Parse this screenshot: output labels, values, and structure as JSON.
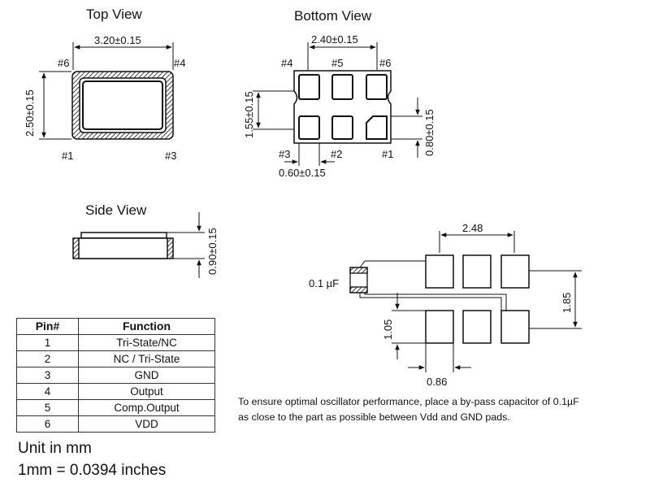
{
  "views": {
    "top": {
      "title": "Top View",
      "width_dim": "3.20±0.15",
      "height_dim": "2.50±0.15",
      "pins": [
        "#6",
        "#4",
        "#1",
        "#3"
      ]
    },
    "bottom": {
      "title": "Bottom View",
      "width_dim": "2.40±0.15",
      "height_dim": "1.55±0.15",
      "pad_height_dim": "0.80±0.15",
      "pad_width_dim": "0.60±0.15",
      "pins_top": [
        "#4",
        "#5",
        "#6"
      ],
      "pins_bottom": [
        "#3",
        "#2",
        "#1"
      ]
    },
    "side": {
      "title": "Side View",
      "height_dim": "0.90±0.15"
    },
    "footprint": {
      "width_dim": "2.48",
      "height_dim": "1.85",
      "pad_height_dim": "1.05",
      "pad_width_dim": "0.86",
      "capacitor_label": "0.1 µF"
    }
  },
  "pin_table": {
    "headers": [
      "Pin#",
      "Function"
    ],
    "rows": [
      {
        "pin": "1",
        "function": "Tri-State/NC"
      },
      {
        "pin": "2",
        "function": "NC / Tri-State"
      },
      {
        "pin": "3",
        "function": "GND"
      },
      {
        "pin": "4",
        "function": "Output"
      },
      {
        "pin": "5",
        "function": "Comp.Output"
      },
      {
        "pin": "6",
        "function": "VDD"
      }
    ]
  },
  "units": {
    "line1": "Unit in mm",
    "line2": "1mm = 0.0394 inches"
  },
  "note": {
    "line1": "To ensure optimal oscillator performance, place a by-pass capacitor of 0.1µF",
    "line2": "as close to the part as possible between Vdd and GND pads."
  }
}
